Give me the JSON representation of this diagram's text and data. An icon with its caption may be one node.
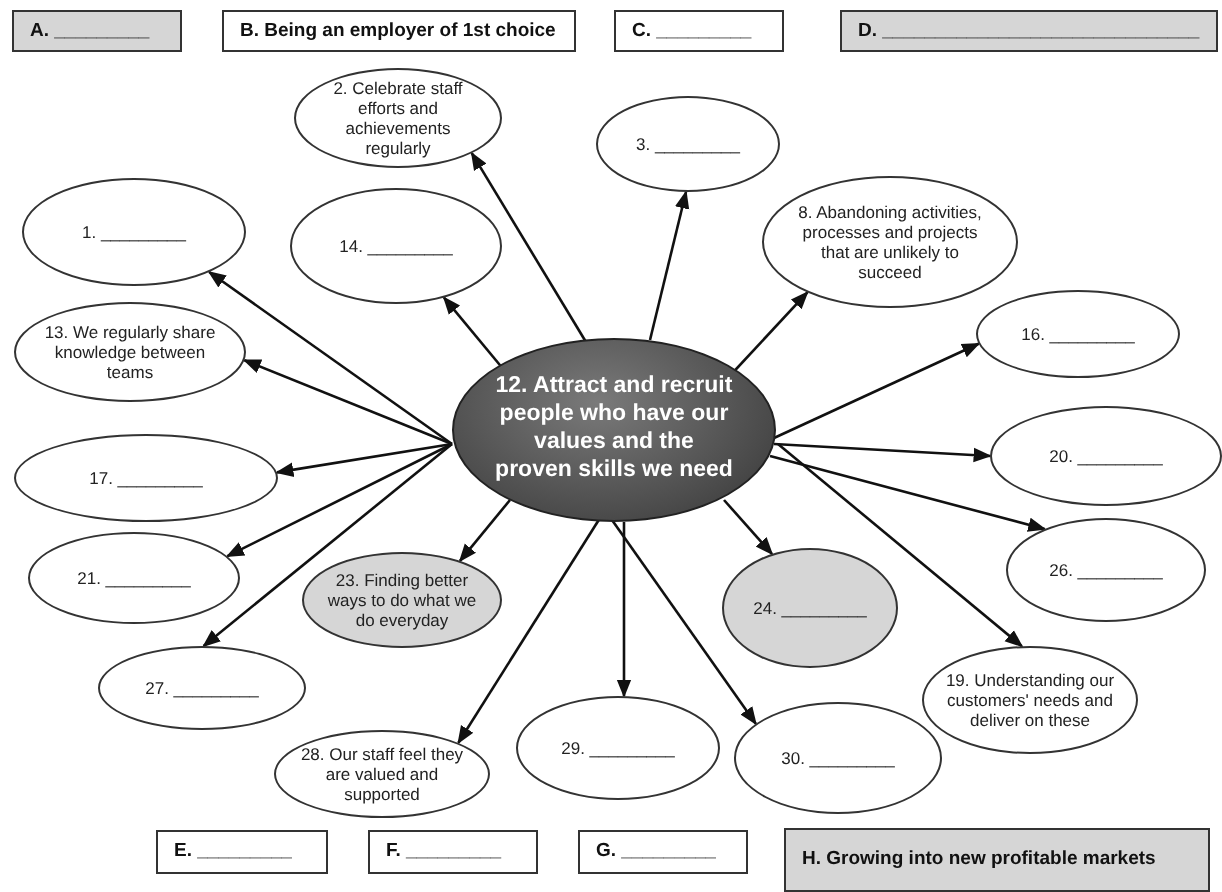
{
  "diagram": {
    "nodes": [
      {
        "text": [
          "A. _________"
        ]
      },
      {
        "text": [
          "B. Being an employer of 1st choice"
        ]
      },
      {
        "text": [
          "C. _________"
        ]
      },
      {
        "text": [
          "D. ______________________________"
        ]
      },
      {
        "text": [
          "2. Celebrate staff efforts and achievements regularly"
        ]
      },
      {
        "text": [
          "3. _________"
        ]
      },
      {
        "text": [
          "1. _________"
        ]
      },
      {
        "text": [
          "14. _________"
        ]
      },
      {
        "text": [
          "8. Abandoning activities, processes and projects that are unlikely to succeed"
        ]
      },
      {
        "text": [
          "13. We regularly share knowledge between teams"
        ]
      },
      {
        "text": [
          "16. _________"
        ]
      },
      {
        "text": [
          "17. _________"
        ]
      },
      {
        "text": [
          "12. Attract and recruit people who have our values and the proven skills we need"
        ]
      },
      {
        "text": [
          "20. _________"
        ]
      },
      {
        "text": [
          "21. _________"
        ]
      },
      {
        "text": [
          "23. Finding better ways to do what we do everyday"
        ]
      },
      {
        "text": [
          "24. _________"
        ]
      },
      {
        "text": [
          "26. _________"
        ]
      },
      {
        "text": [
          "27. _________"
        ]
      },
      {
        "text": [
          "19. Understanding our customers' needs and deliver on these"
        ]
      },
      {
        "text": [
          "28. Our staff feel they are valued and supported"
        ]
      },
      {
        "text": [
          "29. _________"
        ]
      },
      {
        "text": [
          "30. _________"
        ]
      },
      {
        "text": [
          "E. _________"
        ]
      },
      {
        "text": [
          "F. _________"
        ]
      },
      {
        "text": [
          "G. _________"
        ]
      },
      {
        "text": [
          "H. Growing into new profitable markets"
        ]
      }
    ],
    "edges": [
      {
        "from": 12,
        "to": 4,
        "arrow": "to"
      },
      {
        "from": 12,
        "to": 5,
        "arrow": "to"
      },
      {
        "from": 12,
        "to": 6,
        "arrow": "to"
      },
      {
        "from": 12,
        "to": 7,
        "arrow": "to"
      },
      {
        "from": 12,
        "to": 8,
        "arrow": "to"
      },
      {
        "from": 12,
        "to": 9,
        "arrow": "to"
      },
      {
        "from": 12,
        "to": 10,
        "arrow": "to"
      },
      {
        "from": 12,
        "to": 11,
        "arrow": "to"
      },
      {
        "from": 12,
        "to": 13,
        "arrow": "to"
      },
      {
        "from": 12,
        "to": 14,
        "arrow": "to"
      },
      {
        "from": 12,
        "to": 15,
        "arrow": "to"
      },
      {
        "from": 12,
        "to": 16,
        "arrow": "to"
      },
      {
        "from": 12,
        "to": 17,
        "arrow": "to"
      },
      {
        "from": 12,
        "to": 18,
        "arrow": "to"
      },
      {
        "from": 12,
        "to": 19,
        "arrow": "to"
      },
      {
        "from": 12,
        "to": 20,
        "arrow": "to"
      },
      {
        "from": 12,
        "to": 21,
        "arrow": "to"
      },
      {
        "from": 12,
        "to": 22,
        "arrow": "to"
      }
    ]
  }
}
